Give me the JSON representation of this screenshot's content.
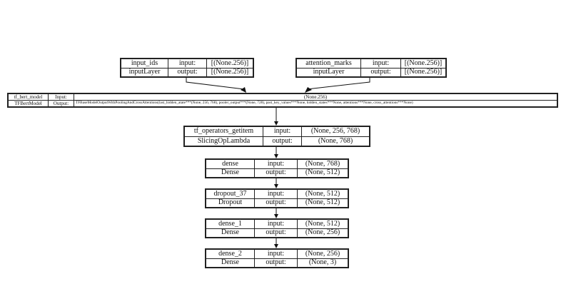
{
  "nodes": {
    "input_ids": {
      "name": "input_ids",
      "type": "inputLayer",
      "input_label": "input:",
      "output_label": "output:",
      "input": "[(None.256)]",
      "output": "[(None.256)]"
    },
    "attention_marks": {
      "name": "attention_marks",
      "type": "inputLayer",
      "input_label": "input:",
      "output_label": "output:",
      "input": "[(None.256)]",
      "output": "[(None.256)]"
    },
    "tf_bert_model": {
      "name": "tf_bert_model",
      "type": "TFBertModel",
      "input_label": "Input:",
      "output_label": "Output:",
      "input": "(None.256)",
      "output": "TFBaseModelOutputWithPoolingAndCrossAttentions(last_hidden_atate***(None, 256, 768), pooler_output***(None, 728), past_key_values***None, hidden_states***None, attentions***None, cross_attentions***None)"
    },
    "getitem": {
      "name": "tf_operators_getitem",
      "type": "SlicingOpLambda",
      "input_label": "input:",
      "output_label": "output:",
      "input": "(None, 256, 768)",
      "output": "(None, 768)"
    },
    "dense": {
      "name": "dense",
      "type": "Dense",
      "input_label": "input:",
      "output_label": "output:",
      "input": "(None, 768)",
      "output": "(None, 512)"
    },
    "dropout_37": {
      "name": "dropout_37",
      "type": "Dropout",
      "input_label": "input:",
      "output_label": "output:",
      "input": "(None, 512)",
      "output": "(None, 512)"
    },
    "dense_1": {
      "name": "dense_1",
      "type": "Dense",
      "input_label": "input:",
      "output_label": "output:",
      "input": "(None, 512)",
      "output": "(None, 256)"
    },
    "dense_2": {
      "name": "dense_2",
      "type": "Dense",
      "input_label": "input:",
      "output_label": "output:",
      "input": "(None, 256)",
      "output": "(None, 3)"
    }
  }
}
